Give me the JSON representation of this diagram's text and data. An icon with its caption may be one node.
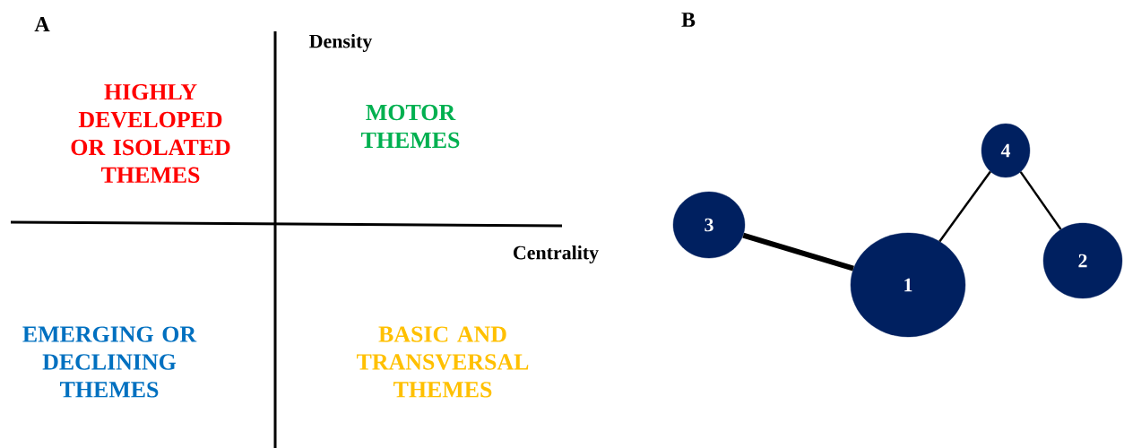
{
  "diagram": {
    "nodes": [
      {
        "text": [
          "3"
        ]
      },
      {
        "text": [
          "1"
        ]
      },
      {
        "text": [
          "4"
        ]
      },
      {
        "text": [
          "2"
        ]
      }
    ],
    "edges": [
      {
        "from": 0,
        "to": 1,
        "arrow": "none",
        "style": "thick"
      },
      {
        "from": 1,
        "to": 2,
        "arrow": "none"
      },
      {
        "from": 2,
        "to": 3,
        "arrow": "none"
      }
    ],
    "labels": [
      "A",
      "B",
      "Density",
      "HIGHLY DEVELOPED OR ISOLATED THEMES",
      "MOTOR THEMES",
      "Centrality",
      "EMERGING OR DECLINING THEMES",
      "BASIC AND TRANSVERSAL THEMES"
    ]
  }
}
